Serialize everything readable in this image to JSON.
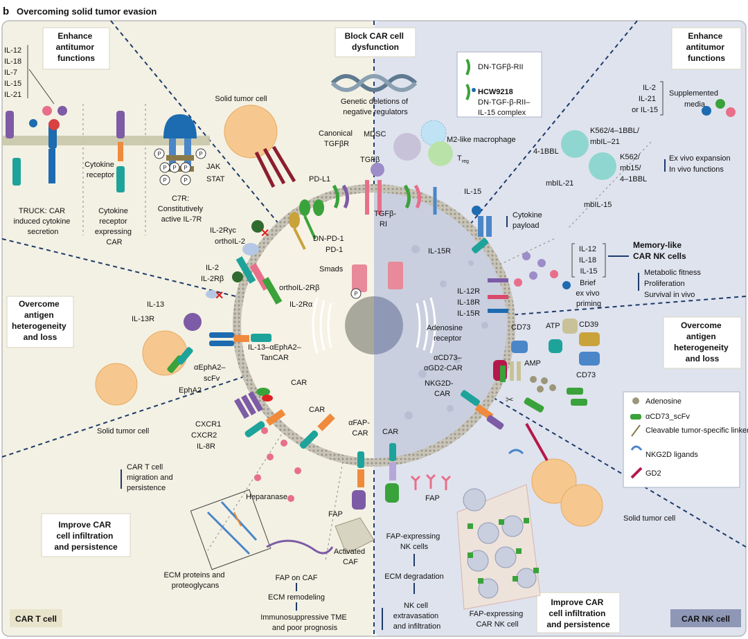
{
  "figure": {
    "panel_letter": "b",
    "title": "Overcoming solid tumor evasion"
  },
  "sections": {
    "left_top": {
      "title": [
        "Enhance",
        "antitumor",
        "functions"
      ]
    },
    "center_top": {
      "title": [
        "Block CAR cell",
        "dysfunction"
      ]
    },
    "right_top": {
      "title": [
        "Enhance",
        "antitumor",
        "functions"
      ]
    },
    "left_mid": {
      "title": [
        "Overcome",
        "antigen",
        "heterogeneity",
        "and loss"
      ]
    },
    "right_mid": {
      "title": [
        "Overcome",
        "antigen",
        "heterogeneity",
        "and loss"
      ]
    },
    "left_bottom": {
      "title": [
        "Improve CAR",
        "cell infiltration",
        "and persistence"
      ]
    },
    "right_bottom": {
      "title": [
        "Improve CAR",
        "cell infiltration",
        "and persistence"
      ]
    }
  },
  "corner_labels": {
    "left": "CAR T cell",
    "right": "CAR NK cell"
  },
  "left_panel": {
    "cytokines": [
      "IL-12",
      "IL-18",
      "IL-7",
      "IL-15",
      "IL-21"
    ],
    "truck_caption": [
      "TRUCK: CAR",
      "induced cytokine",
      "secretion"
    ],
    "cytokine_receptor": [
      "Cytokine",
      "receptor"
    ],
    "receptor_caption": [
      "Cytokine",
      "receptor",
      "expressing",
      "CAR"
    ],
    "c7r_caption": [
      "C7R:",
      "Constitutively",
      "active IL-7R"
    ],
    "jak": "JAK",
    "stat": "STAT",
    "phospho": "P",
    "solid_tumor_top": "Solid tumor cell",
    "pdl1": "PD-L1",
    "dn_pd1": "DN-PD-1",
    "pd1": "PD-1",
    "il2ryc": "IL-2Rγc",
    "ortho_il2": "orthoIL-2",
    "il2": "IL-2",
    "il2rb": "IL-2Rβ",
    "ortho_il2rb": "orthoIL-2Rβ",
    "il2ra": "IL-2Rα",
    "il13": "IL-13",
    "il13r": "IL-13R",
    "tancar": [
      "IL-13–αEphA2–",
      "TanCAR"
    ],
    "epha2_scfv": [
      "αEphA2–",
      "scFv"
    ],
    "epha2": "EphA2",
    "solid_tumor_left": "Solid tumor cell",
    "chemokine_receptors": [
      "CXCR1",
      "CXCR2",
      "IL-8R"
    ],
    "car_a": "CAR",
    "car_b": "CAR",
    "migration_note": [
      "CAR T cell",
      "migration and",
      "persistence"
    ],
    "heparanase": "Heparanase",
    "ecm_caption": [
      "ECM proteins and",
      "proteoglycans"
    ],
    "afap_car": [
      "αFAP-",
      "CAR"
    ],
    "fap_left": "FAP",
    "activated_caf": [
      "Activated",
      "CAF"
    ],
    "fap_on_caf": "FAP on CAF",
    "ecm_remodeling": "ECM remodeling",
    "immunosuppressive": [
      "Immunosuppressive TME",
      "and poor prognosis"
    ]
  },
  "center_panel": {
    "genetic_deletions": [
      "Genetic deletions of",
      "negative regulators"
    ],
    "canonical_tgfbr": [
      "Canonical",
      "TGFβR"
    ],
    "tgfb": "TGFβ",
    "tgfb_ri": [
      "TGFβ-",
      "RI"
    ],
    "smads": "Smads",
    "mdsc": "MDSC",
    "m2_macrophage": "M2-like macrophage",
    "treg": "T",
    "treg_sub": "reg",
    "dn_tgfb_rii": "DN-TGFβ-RII",
    "hcw9218": "HCW9218",
    "hcw9218_desc": [
      "DN-TGF-β-RII–",
      "IL-15 complex"
    ]
  },
  "right_panel": {
    "supp_cytokines": [
      "IL-2",
      "IL-21",
      "or IL-15"
    ],
    "supp_media": [
      "Supplemented",
      "media"
    ],
    "k562_top": [
      "K562/4–1BBL/",
      "mbIL–21"
    ],
    "k562_bottom": [
      "K562/",
      "mb15/",
      "4–1BBL"
    ],
    "four_1bbl": "4-1BBL",
    "mbil21": "mbIL-21",
    "mbil15": "mbIL-15",
    "ex_vivo": [
      "Ex vivo expansion",
      "In vivo functions"
    ],
    "il15": "IL-15",
    "il15r": "IL-15R",
    "cytokine_payload": [
      "Cytokine",
      "payload"
    ],
    "priming_cytokines": [
      "IL-12",
      "IL-18",
      "IL-15"
    ],
    "brief_priming": [
      "Brief",
      "ex vivo",
      "priming"
    ],
    "memory_like": [
      "Memory-like",
      "CAR NK cells"
    ],
    "metabolic": [
      "Metabolic fitness",
      "Proliferation",
      "Survival in vivo"
    ],
    "il12r": "IL-12R",
    "il18r": "IL-18R",
    "il15r_b": "IL-15R",
    "atp": "ATP",
    "amp": "AMP",
    "cd39": "CD39",
    "cd73_top": "CD73",
    "cd73_right": "CD73",
    "adenosine_receptor": [
      "Adenosine",
      "receptor"
    ],
    "acd73_car": [
      "αCD73–",
      "αGD2-CAR"
    ],
    "nkg2d_car": [
      "NKG2D-",
      "CAR"
    ],
    "legend": [
      {
        "label": "Adenosine",
        "icon": "adenosine-dot"
      },
      {
        "label": "αCD73_scFv",
        "icon": "scfv-glyph"
      },
      {
        "label": "Cleavable tumor-specific linker",
        "icon": "linker-line"
      },
      {
        "label": "NKG2D ligands",
        "icon": "ligand-glyph"
      },
      {
        "label": "GD2",
        "icon": "gd2-glyph"
      }
    ],
    "solid_tumor_right": "Solid tumor cell",
    "car_nk": "CAR",
    "fap_right": "FAP",
    "fap_nk_cells": [
      "FAP-expressing",
      "NK cells"
    ],
    "ecm_degradation": "ECM degradation",
    "nk_extravasation": [
      "NK cell",
      "extravasation",
      "and infiltration"
    ],
    "fap_car_nk": [
      "FAP-expressing",
      "CAR NK cell"
    ]
  },
  "colors": {
    "left_bg": "#f3f1e3",
    "right_bg": "#dfe3ee",
    "accent_navy": "#1d3a6b",
    "cell_orange": "#f6c88f",
    "receptor_teal": "#1ea39b",
    "receptor_purple": "#7d5ba6",
    "receptor_pink": "#e86f8a",
    "receptor_green": "#3aa23a",
    "red_x": "#d22"
  }
}
